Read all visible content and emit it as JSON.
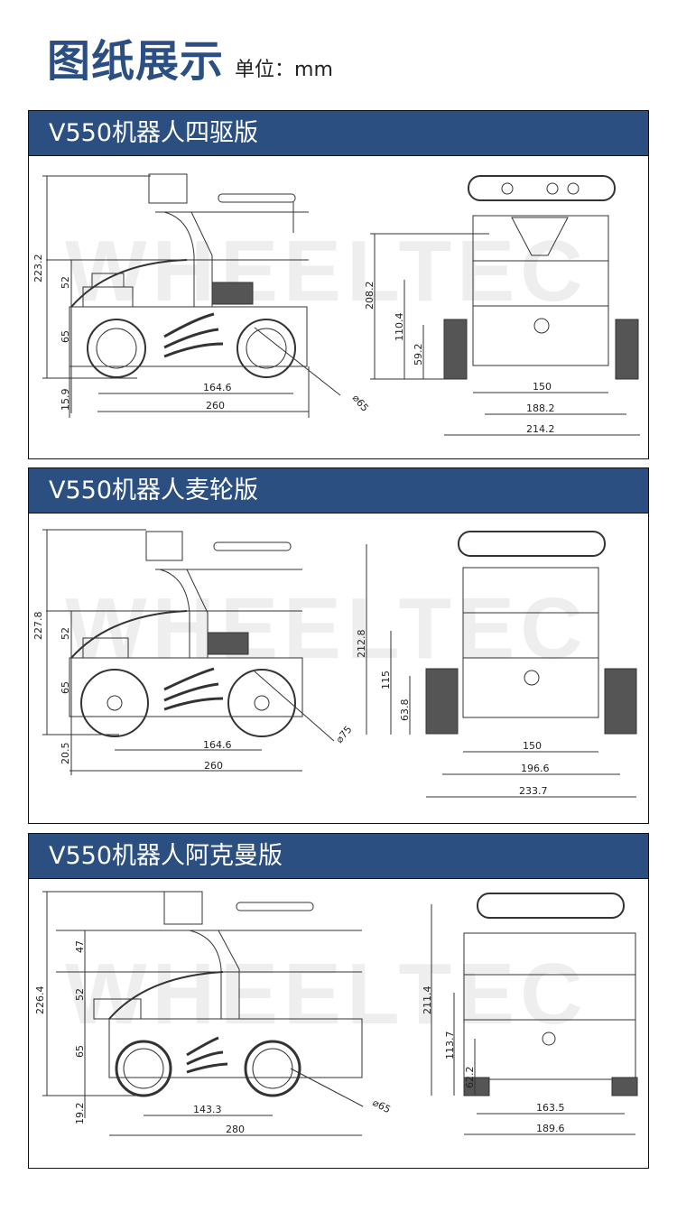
{
  "page": {
    "title": "图纸展示",
    "unit_label": "单位：mm"
  },
  "watermark": "WHEELTEC",
  "panels": [
    {
      "title": "V550机器人四驱版",
      "side_view": {
        "overall_height": "223.2",
        "upper_layer_height": "52",
        "chassis_height": "65",
        "ground_clearance": "15.9",
        "wheelbase": "164.6",
        "overall_length": "260",
        "wheel_diameter": "⌀65"
      },
      "front_view": {
        "height": "208.2",
        "layer_height": "110.4",
        "camera_height": "59.2",
        "body_width": "150",
        "track_width": "188.2",
        "overall_width": "214.2"
      }
    },
    {
      "title": "V550机器人麦轮版",
      "side_view": {
        "overall_height": "227.8",
        "upper_layer_height": "52",
        "chassis_height": "65",
        "ground_clearance": "20.5",
        "wheelbase": "164.6",
        "overall_length": "260",
        "wheel_diameter": "⌀75"
      },
      "front_view": {
        "height": "212.8",
        "layer_height": "115",
        "camera_height": "63.8",
        "body_width": "150",
        "track_width": "196.6",
        "overall_width": "233.7"
      }
    },
    {
      "title": "V550机器人阿克曼版",
      "side_view": {
        "overall_height": "226.4",
        "top_layer_height": "47",
        "upper_layer_height": "52",
        "chassis_height": "65",
        "ground_clearance": "19.2",
        "wheelbase": "143.3",
        "overall_length": "280",
        "wheel_diameter": "⌀65"
      },
      "front_view": {
        "height": "211.4",
        "layer_height": "113.7",
        "camera_height": "62.2",
        "body_width": "163.5",
        "overall_width": "189.6"
      }
    }
  ]
}
